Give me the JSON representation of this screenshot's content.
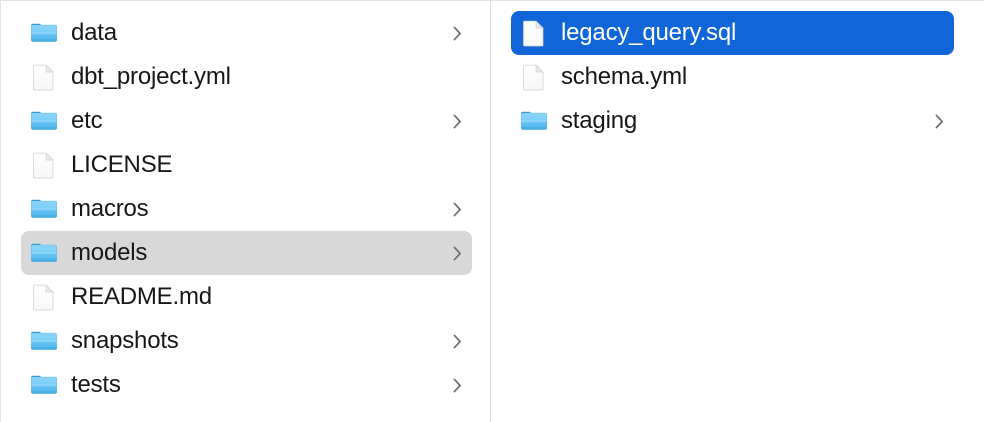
{
  "window": {
    "view_mode": "column",
    "accent_color": "#1066d9",
    "selection_inactive_color": "#d8d8d8",
    "text_color": "#17171a",
    "divider_color": "#dcdcde",
    "folder_icon_color": "#5cc2f2",
    "document_icon_color": "#ffffff"
  },
  "columns": [
    {
      "name": "parent-column",
      "items": [
        {
          "label": "data",
          "icon": "folder-icon",
          "kind": "folder",
          "has_chevron": true,
          "state": "normal"
        },
        {
          "label": "dbt_project.yml",
          "icon": "document-icon",
          "kind": "file",
          "has_chevron": false,
          "state": "normal"
        },
        {
          "label": "etc",
          "icon": "folder-icon",
          "kind": "folder",
          "has_chevron": true,
          "state": "normal"
        },
        {
          "label": "LICENSE",
          "icon": "document-icon",
          "kind": "file",
          "has_chevron": false,
          "state": "normal"
        },
        {
          "label": "macros",
          "icon": "folder-icon",
          "kind": "folder",
          "has_chevron": true,
          "state": "normal"
        },
        {
          "label": "models",
          "icon": "folder-icon",
          "kind": "folder",
          "has_chevron": true,
          "state": "selected-inactive"
        },
        {
          "label": "README.md",
          "icon": "document-icon",
          "kind": "file",
          "has_chevron": false,
          "state": "normal"
        },
        {
          "label": "snapshots",
          "icon": "folder-icon",
          "kind": "folder",
          "has_chevron": true,
          "state": "normal"
        },
        {
          "label": "tests",
          "icon": "folder-icon",
          "kind": "folder",
          "has_chevron": true,
          "state": "normal"
        }
      ]
    },
    {
      "name": "child-column",
      "items": [
        {
          "label": "legacy_query.sql",
          "icon": "document-icon",
          "kind": "file",
          "has_chevron": false,
          "state": "selected-active"
        },
        {
          "label": "schema.yml",
          "icon": "document-icon",
          "kind": "file",
          "has_chevron": false,
          "state": "normal"
        },
        {
          "label": "staging",
          "icon": "folder-icon",
          "kind": "folder",
          "has_chevron": true,
          "state": "normal"
        }
      ]
    }
  ]
}
